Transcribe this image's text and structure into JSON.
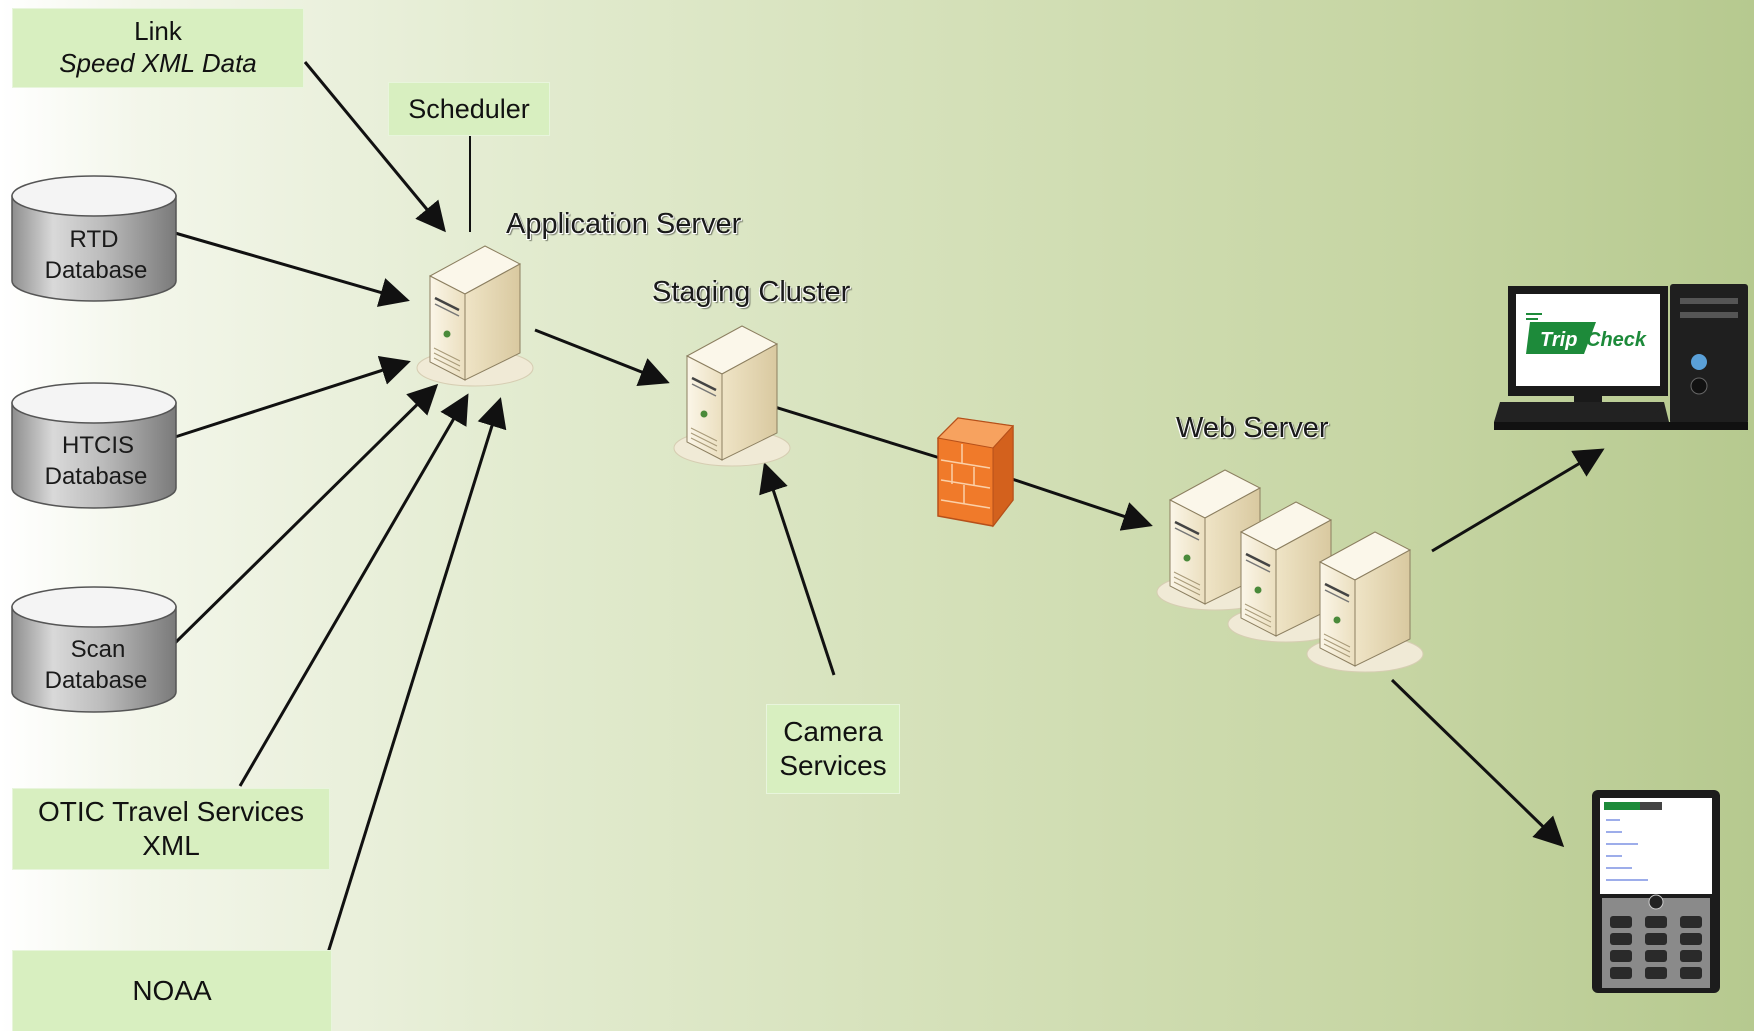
{
  "sources": {
    "link_line1": "Link",
    "link_line2": "Speed XML Data",
    "scheduler": "Scheduler",
    "rtd_line1": "RTD",
    "rtd_line2": "Database",
    "htcis_line1": "HTCIS",
    "htcis_line2": "Database",
    "scan_line1": "Scan",
    "scan_line2": "Database",
    "otic_line1": "OTIC Travel Services",
    "otic_line2": "XML",
    "noaa": "NOAA",
    "camera_line1": "Camera",
    "camera_line2": "Services"
  },
  "servers": {
    "application_server": "Application Server",
    "staging_cluster": "Staging Cluster",
    "web_server": "Web Server"
  },
  "clients": {
    "tripcheck_logo_trip": "Trip",
    "tripcheck_logo_check": "Check"
  },
  "colors": {
    "label_fill": "#d8efc0",
    "firewall": "#f07a2a",
    "tripcheck_green": "#1d8a3a"
  }
}
